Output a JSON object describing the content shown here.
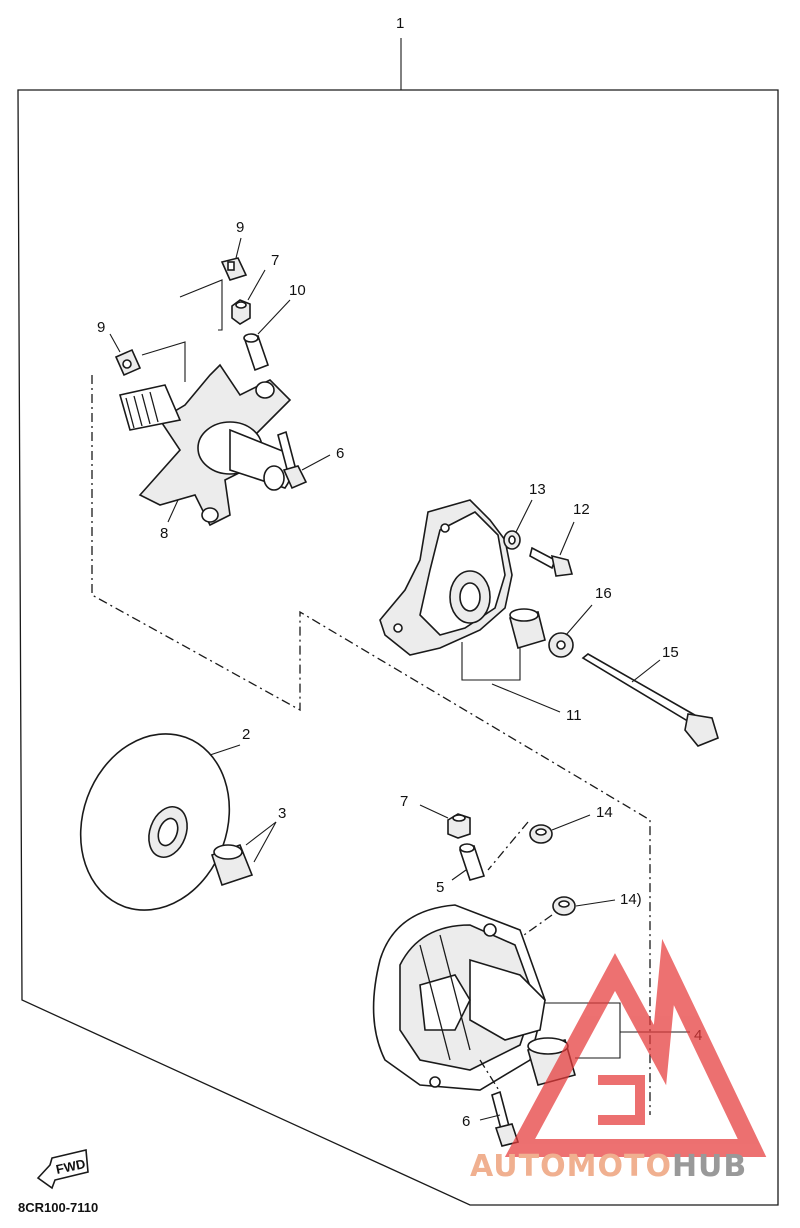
{
  "callouts": {
    "c1": "1",
    "c2": "2",
    "c3": "3",
    "c4": "4",
    "c5": "5",
    "c6a": "6",
    "c6b": "6",
    "c7a": "7",
    "c7b": "7",
    "c8": "8",
    "c9a": "9",
    "c9b": "9",
    "c10": "10",
    "c11": "11",
    "c12": "12",
    "c13": "13",
    "c14a": "14",
    "c14b": "14)",
    "c15": "15",
    "c16": "16"
  },
  "fwd_label": "FWD",
  "diagram_code": "8CR100-7110",
  "watermark": {
    "part1": "AUTOMOTO",
    "part2": "HUB",
    "color_main": "#f0b090",
    "color_hub": "#999999",
    "triangle_color": "#e63a3a"
  }
}
